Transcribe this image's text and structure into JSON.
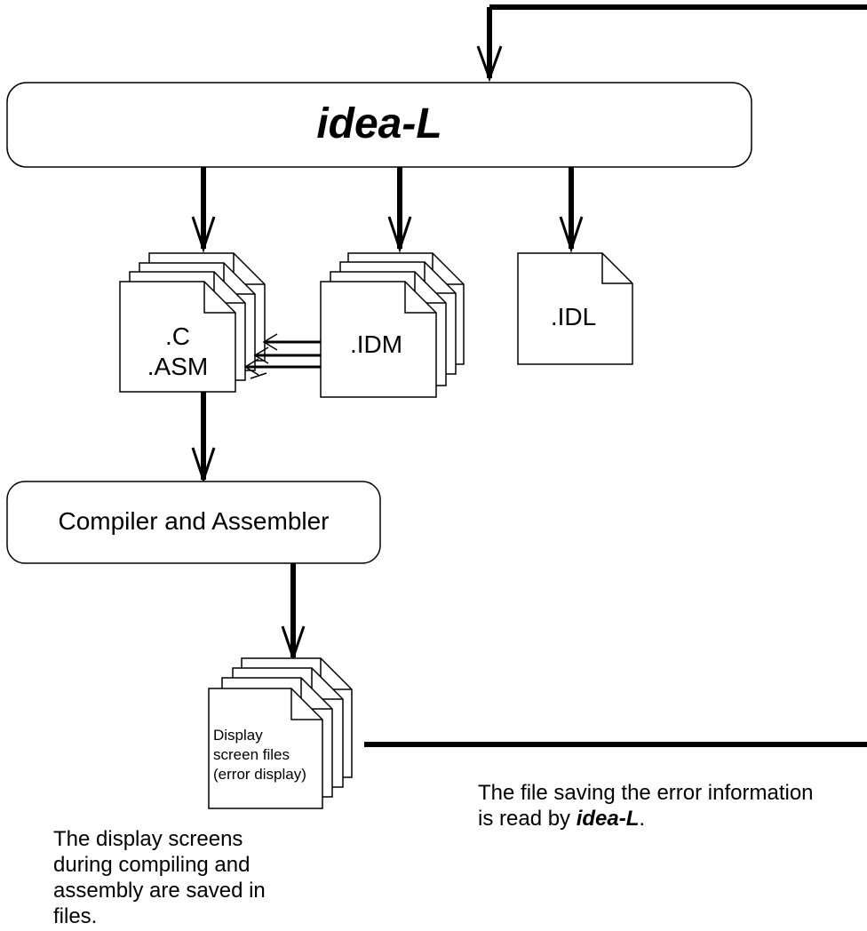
{
  "main_box": {
    "label": "idea-L"
  },
  "files": {
    "c_asm": {
      "line1": ".C",
      "line2": ".ASM"
    },
    "idm": {
      "label": ".IDM"
    },
    "idl": {
      "label": ".IDL"
    },
    "display": {
      "line1": "Display",
      "line2": "screen files",
      "line3": "(error display)"
    }
  },
  "compiler_box": {
    "label": "Compiler and Assembler"
  },
  "notes": {
    "display_note": "The display screens during compiling and assembly are saved in files.",
    "error_note_prefix": "The file saving the error information is read by ",
    "error_note_app": "idea-L",
    "error_note_suffix": "."
  }
}
